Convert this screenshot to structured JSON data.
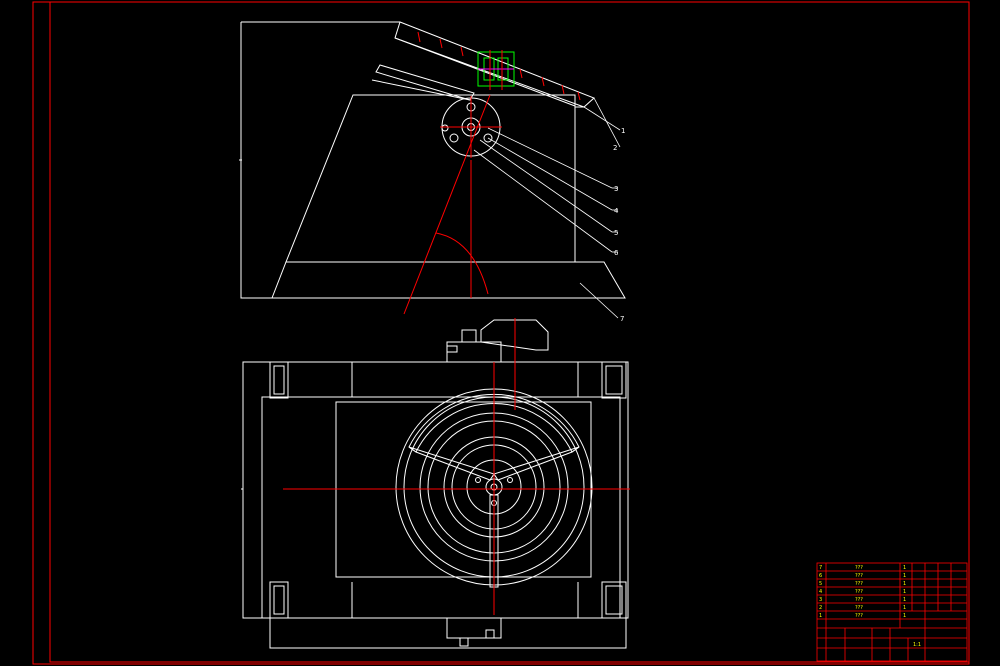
{
  "colors": {
    "background": "#000000",
    "border": "#ff0000",
    "geometry": "#ffffff",
    "centerline": "#ff0000",
    "detail": "#00ff00",
    "text": "#ffff00"
  },
  "callouts": [
    "1",
    "2",
    "3",
    "4",
    "5",
    "6",
    "7"
  ],
  "title_block": {
    "part_rows": [
      {
        "no": "7",
        "name": "???",
        "qty": "1"
      },
      {
        "no": "6",
        "name": "???",
        "qty": "1"
      },
      {
        "no": "5",
        "name": "???",
        "qty": "1"
      },
      {
        "no": "4",
        "name": "???",
        "qty": "1"
      },
      {
        "no": "3",
        "name": "???",
        "qty": "1"
      },
      {
        "no": "2",
        "name": "???",
        "qty": "1"
      },
      {
        "no": "1",
        "name": "???",
        "qty": "1"
      }
    ],
    "scale": "1:1"
  }
}
